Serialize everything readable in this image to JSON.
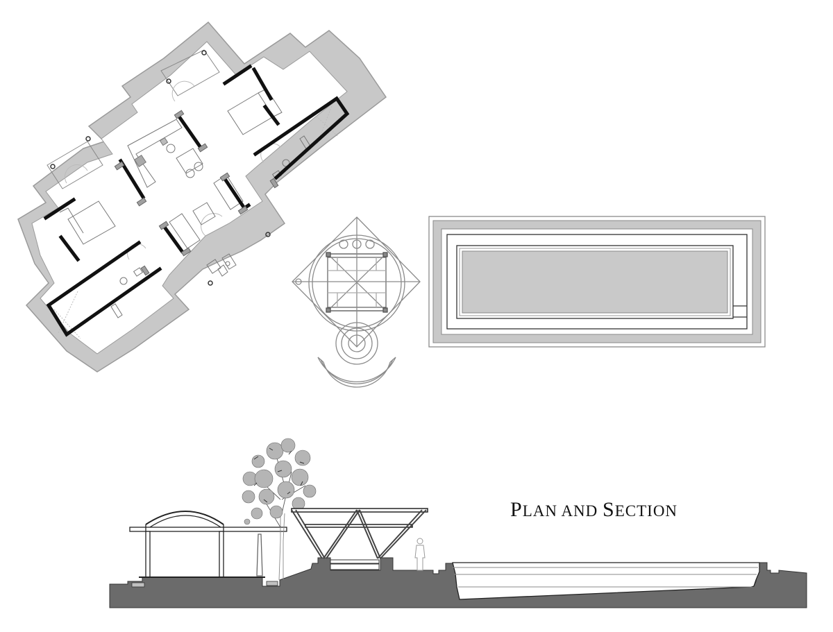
{
  "title": {
    "first": "P",
    "first_rest": "LAN",
    "mid": " AND ",
    "second": "S",
    "second_rest": "ECTION",
    "full": "PLAN AND SECTION"
  },
  "drawings": [
    {
      "id": "house-plan",
      "label": "Floor plan of residence (rotated)",
      "rooms": [
        "bedroom-left",
        "bedroom-right",
        "kitchen",
        "living",
        "bathroom-left",
        "bathroom-right",
        "terrace",
        "porch-left",
        "porch-right"
      ]
    },
    {
      "id": "pavilion-plan",
      "label": "Pavilion plan (square with diamond roof and circular steps)"
    },
    {
      "id": "pool-plan",
      "label": "Pool plan (rectangular basin with surrounding deck)"
    },
    {
      "id": "site-section",
      "label": "Site section: house, tree, pavilion, human figure, pool"
    }
  ],
  "colors": {
    "background": "#ffffff",
    "wall": "#111111",
    "terrace_fill": "#c8c8c8",
    "terrace_edge": "#9a9a9a",
    "ground_fill": "#6b6b6b",
    "line": "#555555",
    "light_line": "#a8a8a8",
    "pool_water": "#c9c9c9"
  }
}
